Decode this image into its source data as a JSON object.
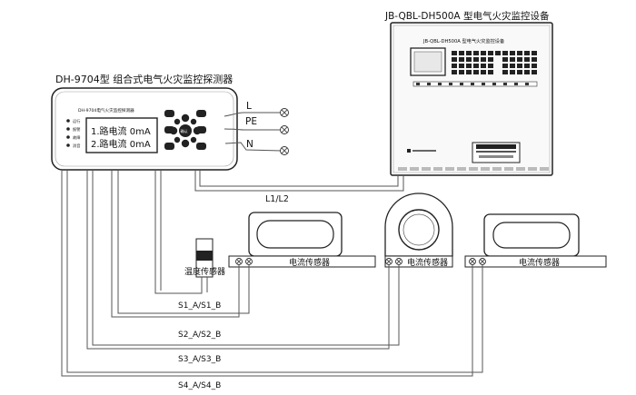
{
  "monitor": {
    "title": "JB-QBL-DH500A 型电气火灾监控设备",
    "panel_label": "JB-QBL-DH500A 型电气火灾监控设备"
  },
  "detector": {
    "title": "DH-9704型 组合式电气火灾监控探测器",
    "panel_label": "DH-9704电气火灾监控探测器",
    "screen_line1": "1.路电流 0mA",
    "screen_line2": "2.路电流 0mA",
    "indicators": [
      "运行",
      "报警",
      "故障",
      "消音"
    ],
    "keypad_center": "确认"
  },
  "power": {
    "L": "L",
    "PE": "PE",
    "N": "N",
    "bus": "L1/L2"
  },
  "sensors": {
    "temperature": "温度传感器",
    "current1": "电流传感器",
    "current2": "电流传感器",
    "current3": "电流传感器"
  },
  "buses": [
    "S1_A/S1_B",
    "S2_A/S2_B",
    "S3_A/S3_B",
    "S4_A/S4_B"
  ]
}
